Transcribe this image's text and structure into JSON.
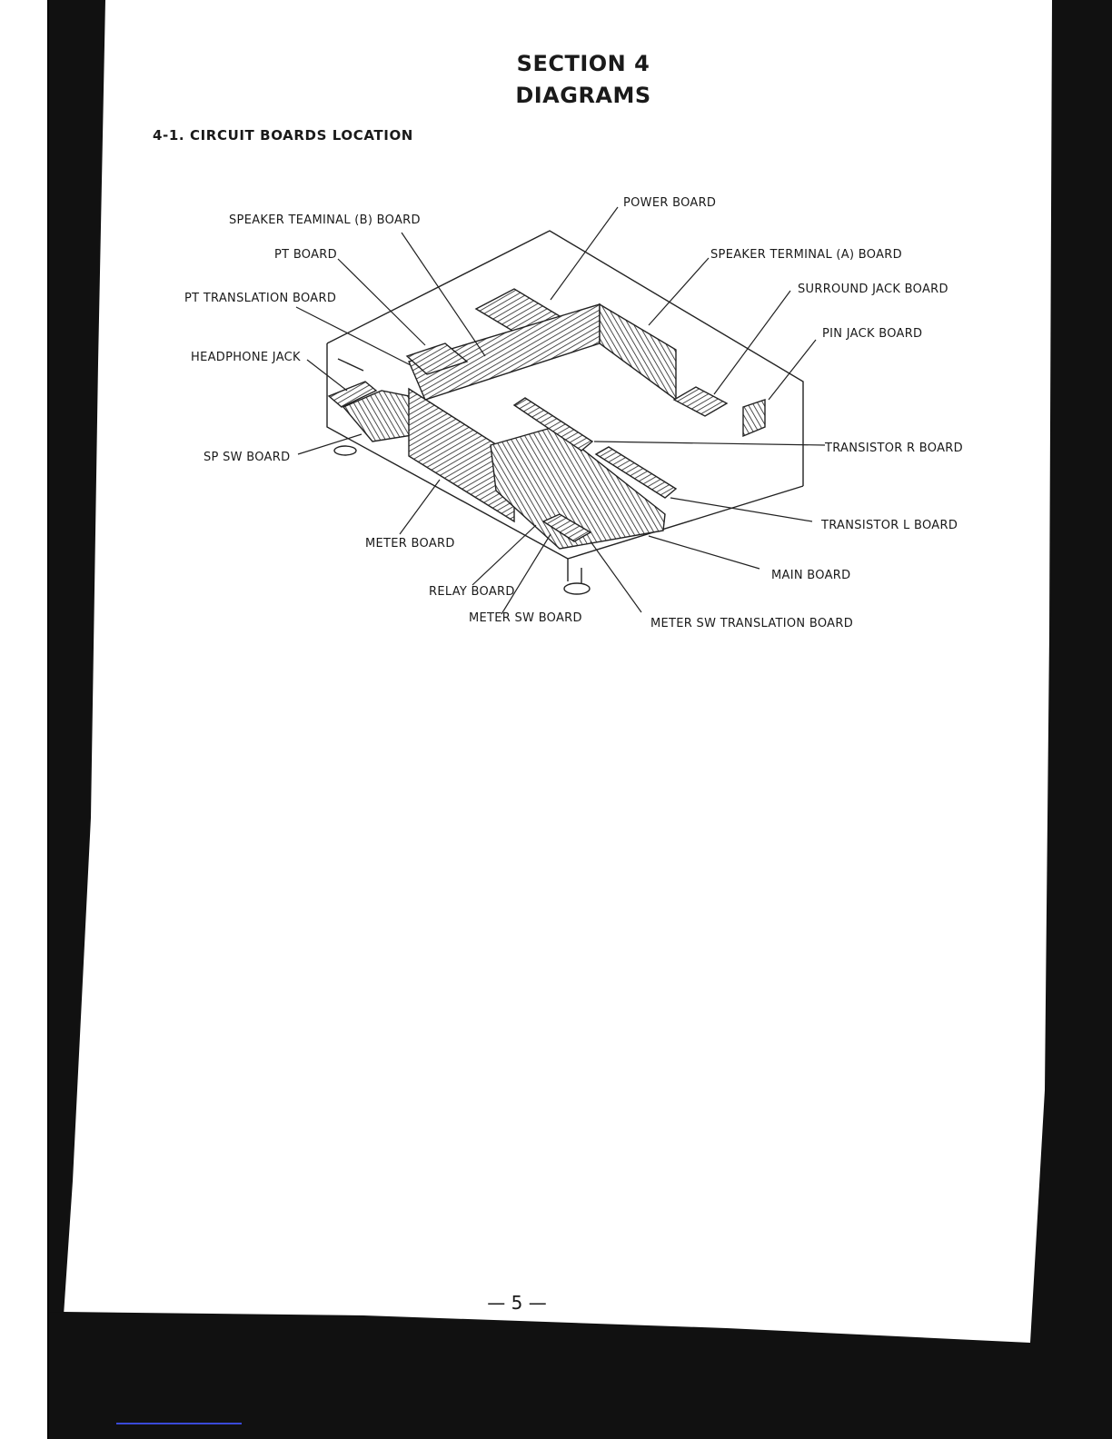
{
  "section": {
    "title": "SECTION 4",
    "subtitle": "DIAGRAMS"
  },
  "subsection": {
    "title": "4-1. CIRCUIT BOARDS LOCATION"
  },
  "labels": {
    "power_board": "POWER BOARD",
    "speaker_b": "SPEAKER TEAMINAL (B) BOARD",
    "pt_board": "PT BOARD",
    "speaker_a": "SPEAKER TERMINAL (A) BOARD",
    "surround_jack": "SURROUND JACK BOARD",
    "pt_translation": "PT TRANSLATION BOARD",
    "pin_jack": "PIN JACK BOARD",
    "headphone_jack": "HEADPHONE JACK",
    "sp_sw": "SP SW BOARD",
    "transistor_r": "TRANSISTOR R BOARD",
    "transistor_l": "TRANSISTOR L BOARD",
    "meter_board": "METER BOARD",
    "main_board": "MAIN BOARD",
    "relay_board": "RELAY BOARD",
    "meter_sw": "METER SW BOARD",
    "meter_sw_translation": "METER SW TRANSLATION BOARD"
  },
  "page_number": "— 5 —"
}
